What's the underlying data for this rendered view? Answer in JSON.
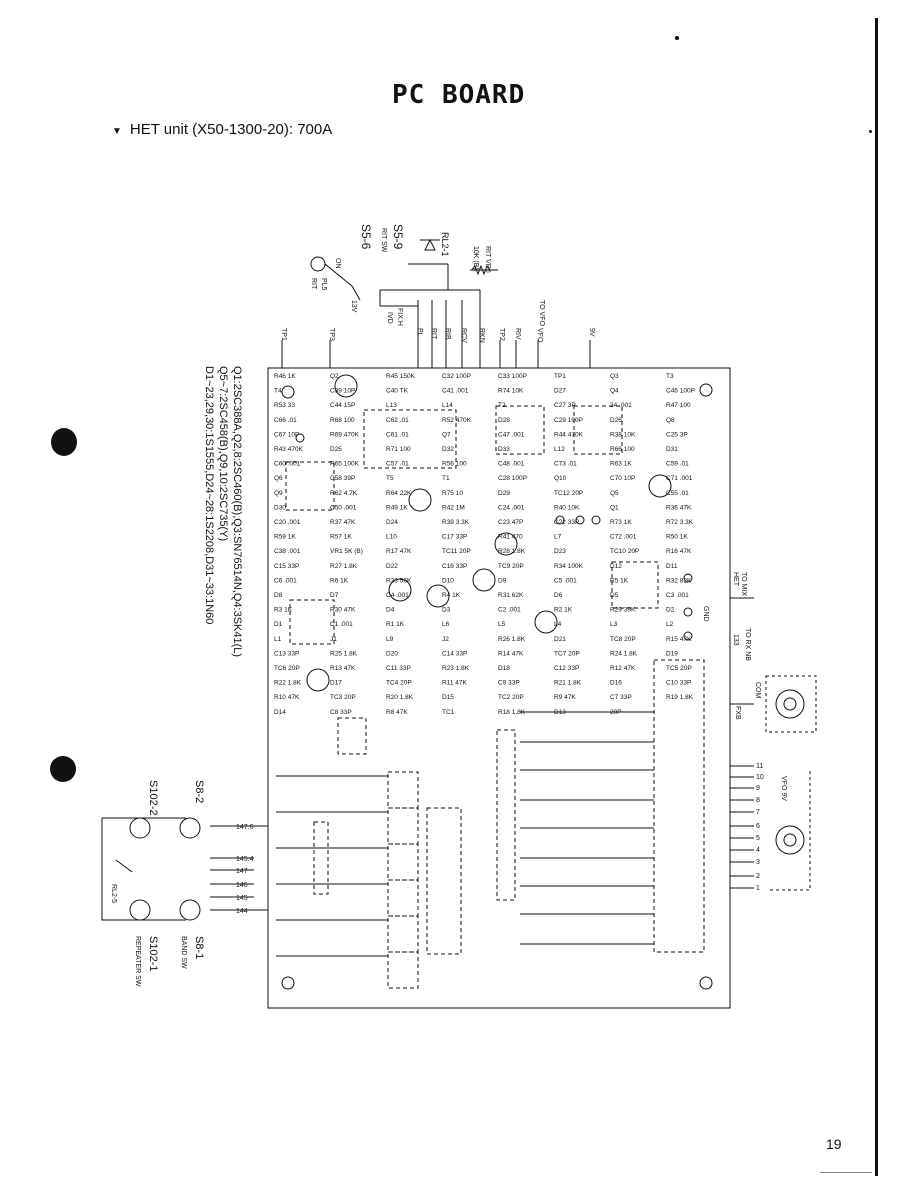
{
  "header": {
    "title": "PC BOARD",
    "subtitle": "HET unit (X50-1300-20): 700A"
  },
  "page_number": "19",
  "notes": [
    "Q1:2SC388A,Q2,8:2SC460(B),Q3:SN76514N,Q4:3SK41(L)",
    "Q5~7:2SC458(B),Q9,10:2SC735(Y)",
    "D1~23,29,30:1S1555,D24~28:1S2208,D31~33:1N60"
  ],
  "top_switches": {
    "s5_6": "S5-6",
    "s5_9": "S5-9",
    "s5_9_sub": "RIT SW",
    "on": "ON",
    "rl2_1": "RL2-1",
    "rit_vr6": "RIT VR6",
    "vr6_val": "10K (B)",
    "pl5": "PL5",
    "rit": "RIT",
    "v13": "13V",
    "fixh": "FIX.H",
    "ivd": "IVD"
  },
  "top_lines": [
    "TP1",
    "TP3",
    "PL",
    "RIT",
    "RIB",
    "RCV",
    "RKN",
    "TP2",
    "RIV",
    "VFO",
    "9V"
  ],
  "to_vfo": "TO VFO",
  "right_labels": {
    "to_mix": "TO MIX",
    "het": "HET",
    "gnd": "GND",
    "to_rx_nb": "TO RX NB",
    "nb": "133",
    "com": "COM",
    "fxb": "FXB",
    "vfo9v": "VFO 9V",
    "pins": [
      "11",
      "10",
      "9",
      "8",
      "7",
      "6",
      "5",
      "4",
      "3",
      "2",
      "1"
    ]
  },
  "left_switches": {
    "s102_2": "S102-2",
    "s8_2": "S8-2",
    "s102_1": "S102-1",
    "repeater": "REPEATER SW",
    "s8_1": "S8-1",
    "band": "BAND SW",
    "rl2_5": "RL2-5",
    "freqs": [
      "147.6",
      "145.4",
      "147",
      "146",
      "145",
      "144"
    ]
  },
  "board_labels": [
    {
      "t": "R46 1K"
    },
    {
      "t": "Q2"
    },
    {
      "t": "R45 150K"
    },
    {
      "t": "C32 100P"
    },
    {
      "t": "C33 100P"
    },
    {
      "t": "TP1"
    },
    {
      "t": "Q3"
    },
    {
      "t": "T3"
    },
    {
      "t": "T4"
    },
    {
      "t": "C39 10P"
    },
    {
      "t": "C40 TK"
    },
    {
      "t": "C41 .001"
    },
    {
      "t": "R74 10K"
    },
    {
      "t": "D27"
    },
    {
      "t": "Q4"
    },
    {
      "t": "C46 100P"
    },
    {
      "t": "R53 33"
    },
    {
      "t": "C44 15P"
    },
    {
      "t": "L13"
    },
    {
      "t": "L14"
    },
    {
      "t": "T2"
    },
    {
      "t": "C27 3P"
    },
    {
      "t": "34 .001"
    },
    {
      "t": "R47 100"
    },
    {
      "t": "C66 .01"
    },
    {
      "t": "R68 100"
    },
    {
      "t": "C62 .01"
    },
    {
      "t": "R52 470K"
    },
    {
      "t": "D28"
    },
    {
      "t": "C29 100P"
    },
    {
      "t": "D26"
    },
    {
      "t": "Q8"
    },
    {
      "t": "C67 10P"
    },
    {
      "t": "R69 470K"
    },
    {
      "t": "C61 .01"
    },
    {
      "t": "Q7"
    },
    {
      "t": "C47 .001"
    },
    {
      "t": "R44 470K"
    },
    {
      "t": "R38 10K"
    },
    {
      "t": "C25 3P"
    },
    {
      "t": "R43 470K"
    },
    {
      "t": "D25"
    },
    {
      "t": "R71 100"
    },
    {
      "t": "D32"
    },
    {
      "t": "D33"
    },
    {
      "t": "L12"
    },
    {
      "t": "R66 100"
    },
    {
      "t": "D31"
    },
    {
      "t": "C60 .001"
    },
    {
      "t": "R65 100K"
    },
    {
      "t": "C57 .01"
    },
    {
      "t": "R56 100"
    },
    {
      "t": "C48 .001"
    },
    {
      "t": "C73 .01"
    },
    {
      "t": "R63 1K"
    },
    {
      "t": "C59 .01"
    },
    {
      "t": "Q6"
    },
    {
      "t": "C58 39P"
    },
    {
      "t": "T5"
    },
    {
      "t": "T1"
    },
    {
      "t": "C28 100P"
    },
    {
      "t": "Q10"
    },
    {
      "t": "C70 10P"
    },
    {
      "t": "C71 .001"
    },
    {
      "t": "Q9"
    },
    {
      "t": "R62 4.7K"
    },
    {
      "t": "R64 22K"
    },
    {
      "t": "R75 10"
    },
    {
      "t": "D29"
    },
    {
      "t": "TC12 20P"
    },
    {
      "t": "Q5"
    },
    {
      "t": "C55 .01"
    },
    {
      "t": "D30"
    },
    {
      "t": "C50 .001"
    },
    {
      "t": "R49 1K"
    },
    {
      "t": "R42 1M"
    },
    {
      "t": "C24 .001"
    },
    {
      "t": "R40 10K"
    },
    {
      "t": "Q1"
    },
    {
      "t": "R36 47K"
    },
    {
      "t": "C20 .001"
    },
    {
      "t": "R37 47K"
    },
    {
      "t": "D24"
    },
    {
      "t": "R39 3.3K"
    },
    {
      "t": "C23 47P"
    },
    {
      "t": "C22 33P"
    },
    {
      "t": "R73 1K"
    },
    {
      "t": "R72 3.3K"
    },
    {
      "t": "R59 1K"
    },
    {
      "t": "R57 1K"
    },
    {
      "t": "L10"
    },
    {
      "t": "C17 33P"
    },
    {
      "t": "R41 470"
    },
    {
      "t": "L7"
    },
    {
      "t": "C72 .001"
    },
    {
      "t": "R50 1K"
    },
    {
      "t": "C38 .001"
    },
    {
      "t": "VR1 5K (B)"
    },
    {
      "t": "R17 47K"
    },
    {
      "t": "TC11 20P"
    },
    {
      "t": "R28 1.8K"
    },
    {
      "t": "D23"
    },
    {
      "t": "TC10 20P"
    },
    {
      "t": "R16 47K"
    },
    {
      "t": "C15 33P"
    },
    {
      "t": "R27 1.8K"
    },
    {
      "t": "D22"
    },
    {
      "t": "C16 33P"
    },
    {
      "t": "TC9 20P"
    },
    {
      "t": "R34 100K"
    },
    {
      "t": "D12"
    },
    {
      "t": "D11"
    },
    {
      "t": "C6 .001"
    },
    {
      "t": "R6 1K"
    },
    {
      "t": "R33 56K"
    },
    {
      "t": "D10"
    },
    {
      "t": "D9"
    },
    {
      "t": "C5 .001"
    },
    {
      "t": "R5 1K"
    },
    {
      "t": "R32 82K"
    },
    {
      "t": "D8"
    },
    {
      "t": "D7"
    },
    {
      "t": "C4 .001"
    },
    {
      "t": "R4 1K"
    },
    {
      "t": "R31 62K"
    },
    {
      "t": "D6"
    },
    {
      "t": "D5"
    },
    {
      "t": "C3 .001"
    },
    {
      "t": "R3 1K"
    },
    {
      "t": "R30 47K"
    },
    {
      "t": "D4"
    },
    {
      "t": "D3"
    },
    {
      "t": "C2 .001"
    },
    {
      "t": "R2 1K"
    },
    {
      "t": "R29 39K"
    },
    {
      "t": "D2"
    },
    {
      "t": "D1"
    },
    {
      "t": "C1 .001"
    },
    {
      "t": "R1 1K"
    },
    {
      "t": "L6"
    },
    {
      "t": "L5"
    },
    {
      "t": "L4"
    },
    {
      "t": "L3"
    },
    {
      "t": "L2"
    },
    {
      "t": "L1"
    },
    {
      "t": "J1"
    },
    {
      "t": "L9"
    },
    {
      "t": "J2"
    },
    {
      "t": "R26 1.8K"
    },
    {
      "t": "D21"
    },
    {
      "t": "TC8 20P"
    },
    {
      "t": "R15 47K"
    },
    {
      "t": "C13 33P"
    },
    {
      "t": "R25 1.8K"
    },
    {
      "t": "D20"
    },
    {
      "t": "C14 33P"
    },
    {
      "t": "R14 47K"
    },
    {
      "t": "TC7 20P"
    },
    {
      "t": "R24 1.8K"
    },
    {
      "t": "D19"
    },
    {
      "t": "TC6 20P"
    },
    {
      "t": "R13 47K"
    },
    {
      "t": "C11 33P"
    },
    {
      "t": "R23 1.8K"
    },
    {
      "t": "D18"
    },
    {
      "t": "C12 33P"
    },
    {
      "t": "R12 47K"
    },
    {
      "t": "TC5 20P"
    },
    {
      "t": "R22 1.8K"
    },
    {
      "t": "D17"
    },
    {
      "t": "TC4 20P"
    },
    {
      "t": "R11 47K"
    },
    {
      "t": "C9 33P"
    },
    {
      "t": "R21 1.8K"
    },
    {
      "t": "D16"
    },
    {
      "t": "C10 33P"
    },
    {
      "t": "R10 47K"
    },
    {
      "t": "TC3 20P"
    },
    {
      "t": "R20 1.8K"
    },
    {
      "t": "D15"
    },
    {
      "t": "TC2 20P"
    },
    {
      "t": "R9 47K"
    },
    {
      "t": "C7 33P"
    },
    {
      "t": "R19 1.8K"
    },
    {
      "t": "D14"
    },
    {
      "t": "C8 33P"
    },
    {
      "t": "R8 47K"
    },
    {
      "t": "TC1"
    },
    {
      "t": "R18 1.8K"
    },
    {
      "t": "D13"
    },
    {
      "t": "20P"
    }
  ]
}
